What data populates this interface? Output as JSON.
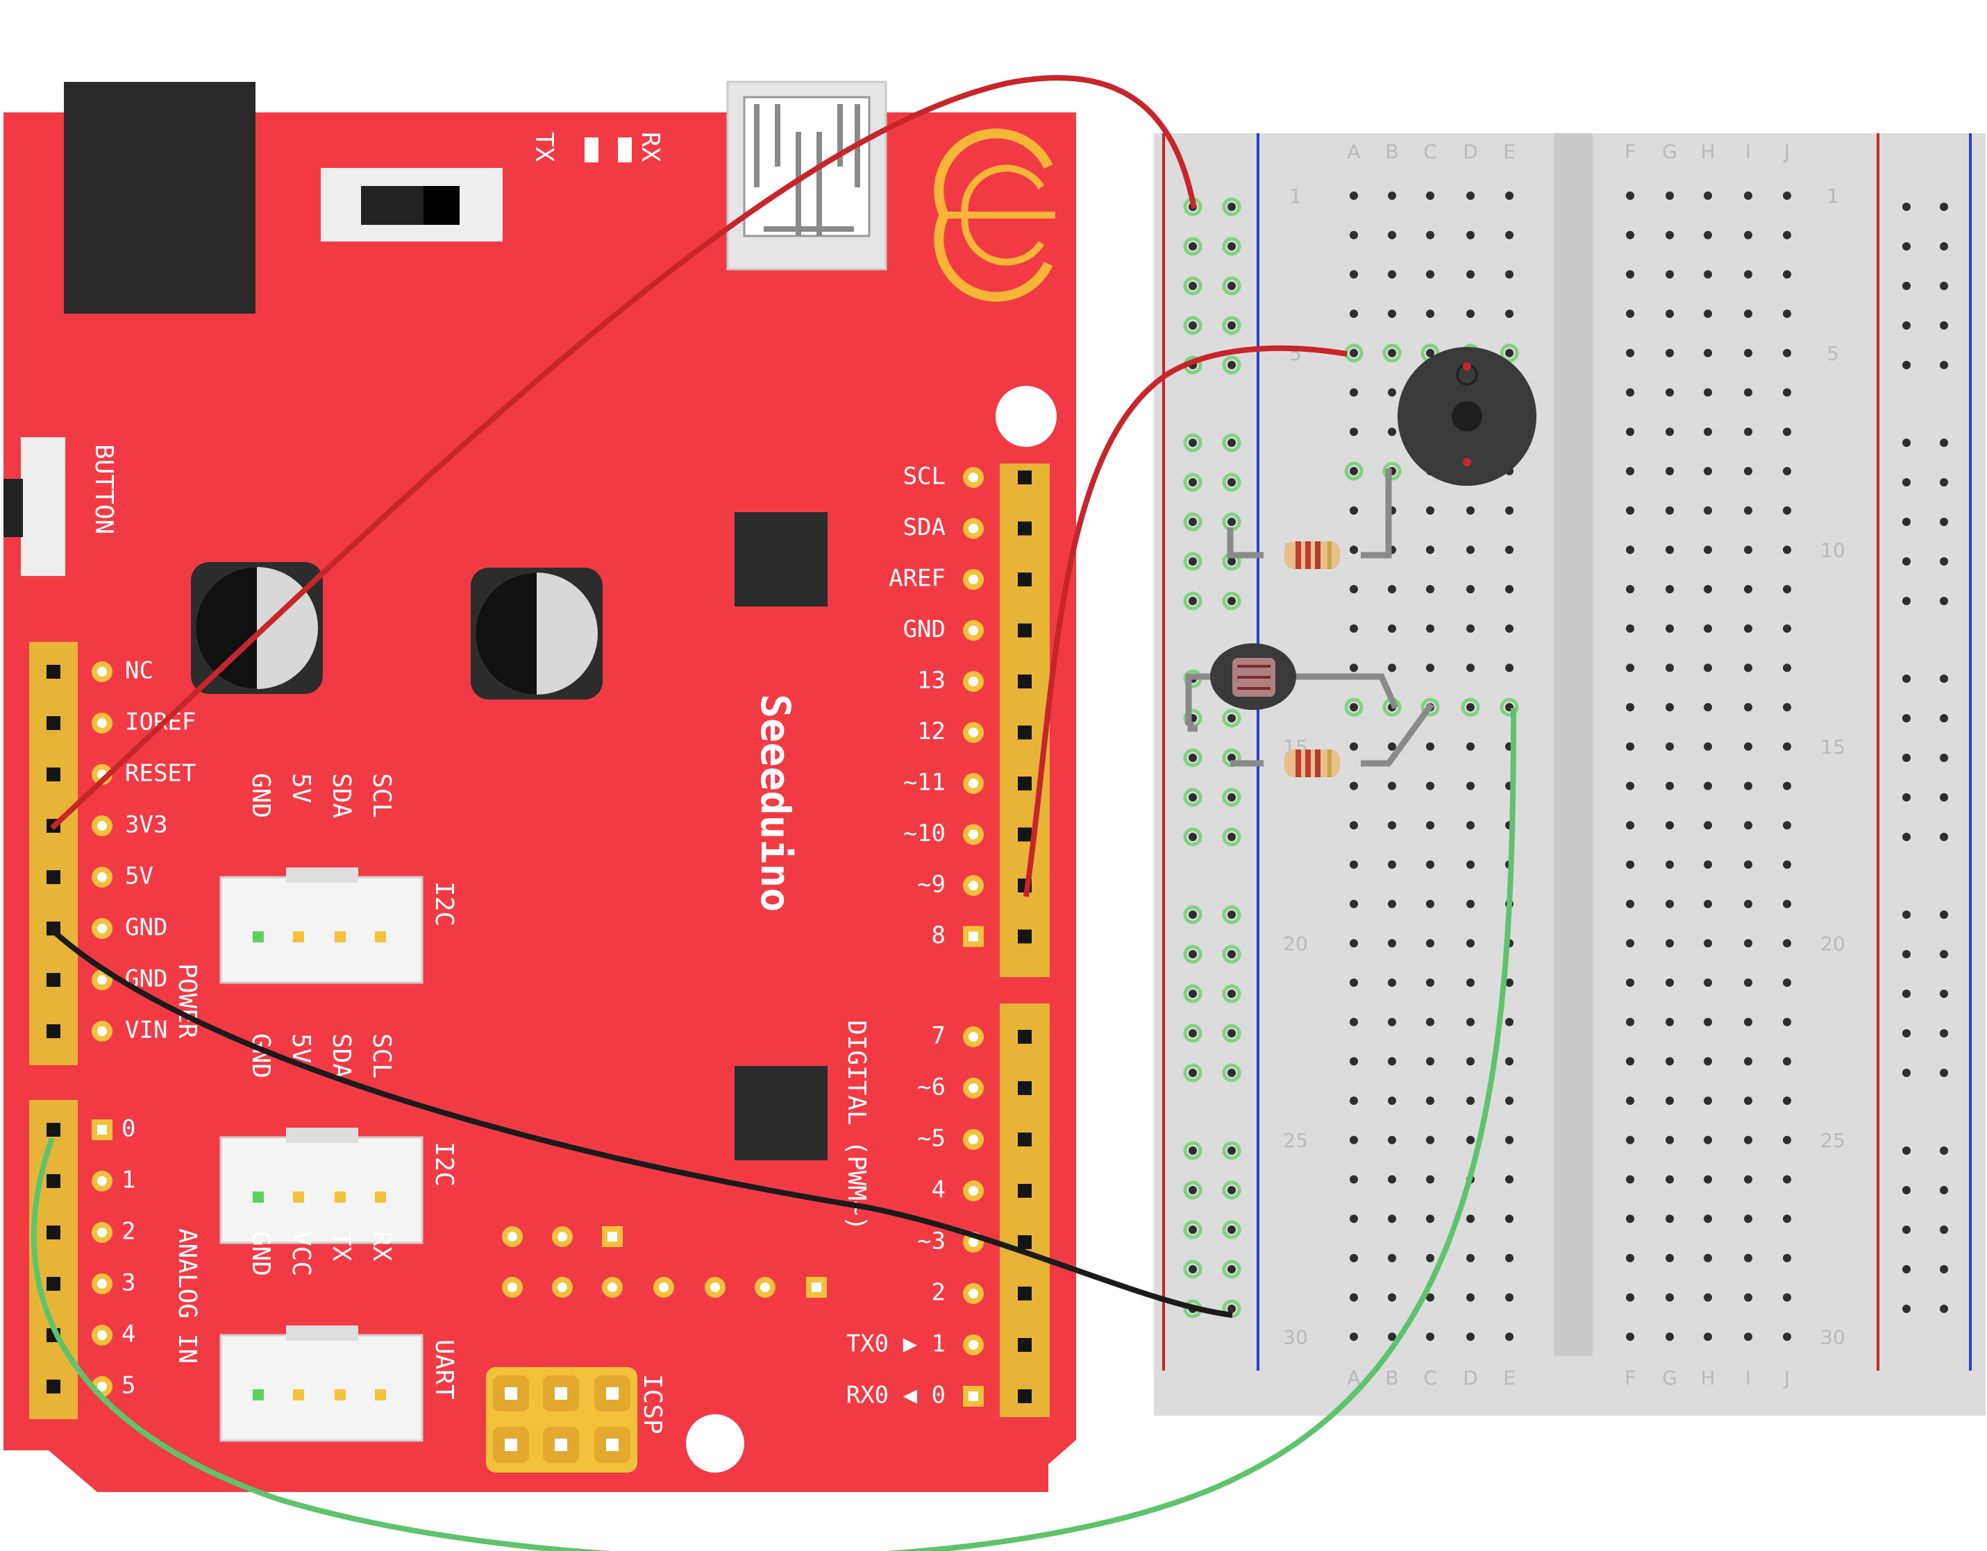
{
  "board": {
    "brand": "Seeeduino",
    "rx": "RX",
    "tx": "TX",
    "button": "BUTTON",
    "power_label": "POWER",
    "analog_label": "ANALOG IN",
    "digital_label": "DIGITAL (PWM~)",
    "icsp": "ICSP",
    "grove": [
      {
        "name": "I2C",
        "pins": [
          "SCL",
          "SDA",
          "5V",
          "GND"
        ]
      },
      {
        "name": "I2C",
        "pins": [
          "SCL",
          "SDA",
          "5V",
          "GND"
        ]
      },
      {
        "name": "UART",
        "pins": [
          "RX",
          "TX",
          "VCC",
          "GND"
        ]
      }
    ],
    "power_pins": [
      "NC",
      "IOREF",
      "RESET",
      "3V3",
      "5V",
      "GND",
      "GND",
      "VIN"
    ],
    "analog_pins": [
      "0",
      "1",
      "2",
      "3",
      "4",
      "5"
    ],
    "digital_top": [
      "SCL",
      "SDA",
      "AREF",
      "GND",
      "13",
      "12",
      "~11",
      "~10",
      "~9",
      "8"
    ],
    "digital_bottom": [
      "7",
      "~6",
      "~5",
      "4",
      "~3",
      "2",
      "TX0 ▶ 1",
      "RX0 ◀ 0"
    ]
  },
  "breadboard": {
    "cols_left": [
      "A",
      "B",
      "C",
      "D",
      "E"
    ],
    "cols_right": [
      "F",
      "G",
      "H",
      "I",
      "J"
    ],
    "row_numbers": [
      "1",
      "5",
      "10",
      "15",
      "20",
      "25",
      "30"
    ]
  },
  "wire_colors": {
    "red": "#c8252b",
    "black": "#1b1b1b",
    "green": "#5ec46c"
  },
  "board_color": "#f23a45"
}
